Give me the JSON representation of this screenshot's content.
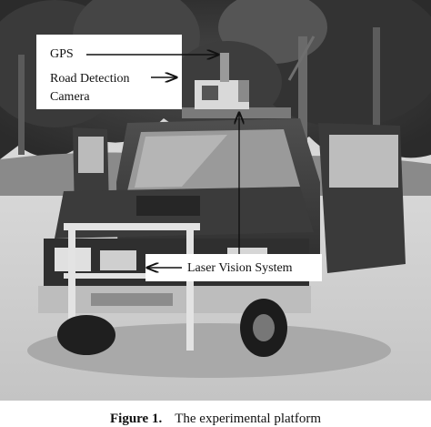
{
  "figure": {
    "labels": {
      "gps": "GPS",
      "road_detection": "Road Detection",
      "camera": "Camera",
      "laser_vision": "Laser Vision System"
    },
    "caption": {
      "number": "Figure 1.",
      "text": "The experimental platform"
    }
  }
}
